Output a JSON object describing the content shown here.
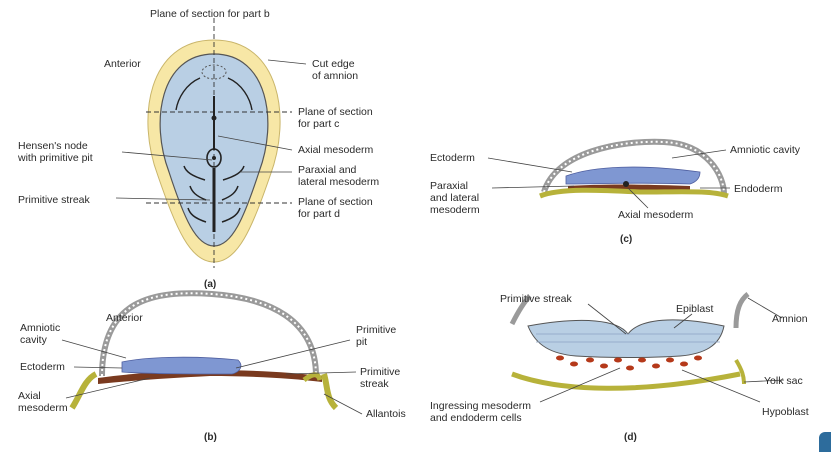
{
  "panel_a": {
    "caption": "(a)",
    "labels": {
      "plane_b": "Plane of section for part b",
      "anterior": "Anterior",
      "cut_edge_1": "Cut edge",
      "cut_edge_2": "of amnion",
      "plane_c_1": "Plane of section",
      "plane_c_2": "for part c",
      "hensen_1": "Hensen's node",
      "hensen_2": "with primitive pit",
      "axial": "Axial mesoderm",
      "paraxial_1": "Paraxial and",
      "paraxial_2": "lateral mesoderm",
      "streak": "Primitive streak",
      "plane_d_1": "Plane of section",
      "plane_d_2": "for part d"
    }
  },
  "panel_b": {
    "caption": "(b)",
    "labels": {
      "anterior": "Anterior",
      "amniotic_1": "Amniotic",
      "amniotic_2": "cavity",
      "ectoderm": "Ectoderm",
      "axial_1": "Axial",
      "axial_2": "mesoderm",
      "pit_1": "Primitive",
      "pit_2": "pit",
      "streak_1": "Primitive",
      "streak_2": "streak",
      "allantois": "Allantois"
    }
  },
  "panel_c": {
    "caption": "(c)",
    "labels": {
      "ectoderm": "Ectoderm",
      "amniotic": "Amniotic cavity",
      "paraxial_1": "Paraxial",
      "paraxial_2": "and lateral",
      "paraxial_3": "mesoderm",
      "endoderm": "Endoderm",
      "axial": "Axial mesoderm"
    }
  },
  "panel_d": {
    "caption": "(d)",
    "labels": {
      "streak": "Primitive streak",
      "epiblast": "Epiblast",
      "amnion": "Amnion",
      "yolk": "Yolk sac",
      "ingressing_1": "Ingressing mesoderm",
      "ingressing_2": "and endoderm cells",
      "hypoblast": "Hypoblast"
    }
  },
  "colors": {
    "embryo_blue": "#b9cfe4",
    "ectoderm_blue": "#7f97d2",
    "yolk_yellow": "#f7e7a6",
    "endoderm_olive": "#b7b23a",
    "mesoderm_brown": "#7a3a1f",
    "ingressing_red": "#b5391a",
    "amnion_gray": "#9a9a9a"
  }
}
